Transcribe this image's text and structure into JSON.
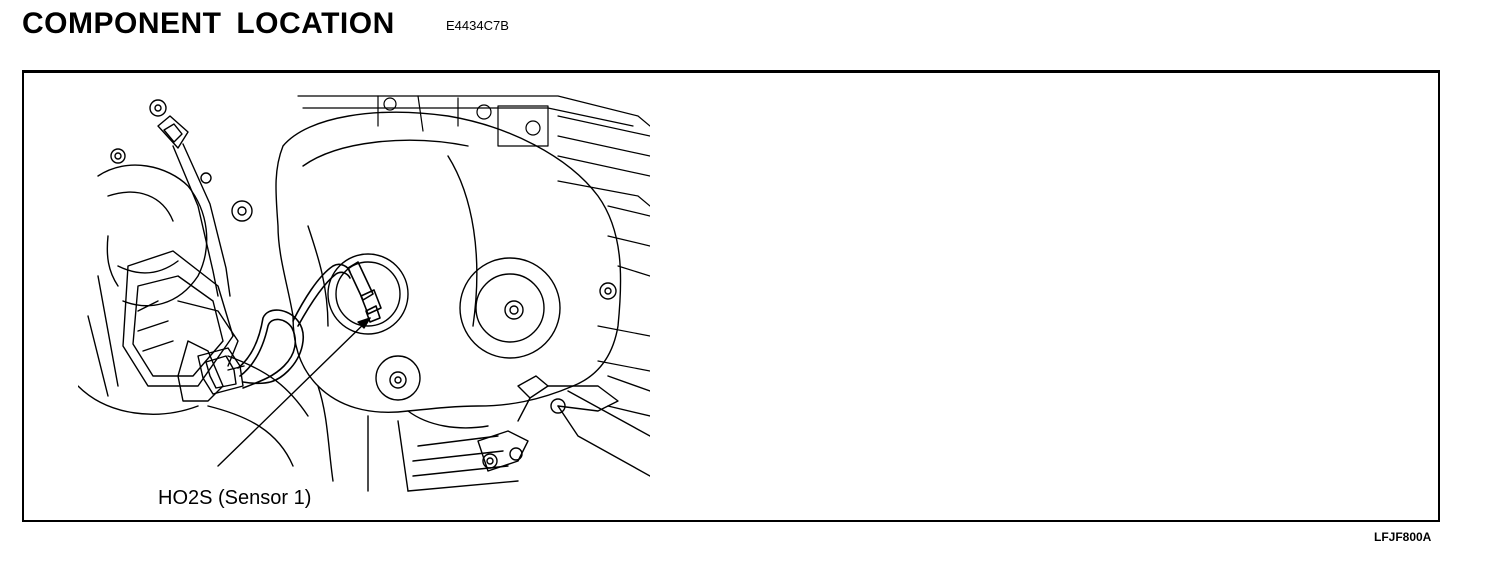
{
  "header": {
    "title": "COMPONENT  LOCATION",
    "code": "E4434C7B"
  },
  "figure": {
    "callout_label": "HO2S (Sensor 1)",
    "figure_id": "LFJF800A"
  }
}
